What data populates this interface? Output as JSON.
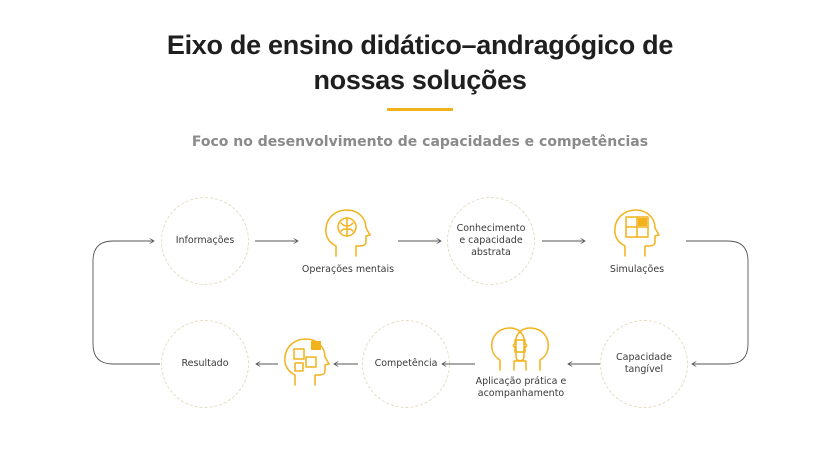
{
  "header": {
    "title_line1": "Eixo de ensino didático–andragógico de",
    "title_line2": "nossas soluções",
    "subtitle": "Foco no desenvolvimento de capacidades e competências"
  },
  "colors": {
    "accent": "#f2b21b",
    "connector": "#555555",
    "circle_border": "#e4dcc0"
  },
  "steps": {
    "informacoes": "Informações",
    "operacoes": "Operações mentais",
    "conhecimento_1": "Conhecimento",
    "conhecimento_2": "e capacidade",
    "conhecimento_3": "abstrata",
    "simulacoes": "Simulações",
    "capacidade_1": "Capacidade",
    "capacidade_2": "tangível",
    "aplicacao_1": "Aplicação prática e",
    "aplicacao_2": "acompanhamento",
    "competencia": "Competência",
    "resultado": "Resultado"
  },
  "icons": {
    "operacoes": "brain-head-icon",
    "simulacoes": "puzzle-head-icon",
    "aplicacao": "two-heads-puzzle-icon",
    "resultado": "head-puzzle-pieces-icon"
  }
}
